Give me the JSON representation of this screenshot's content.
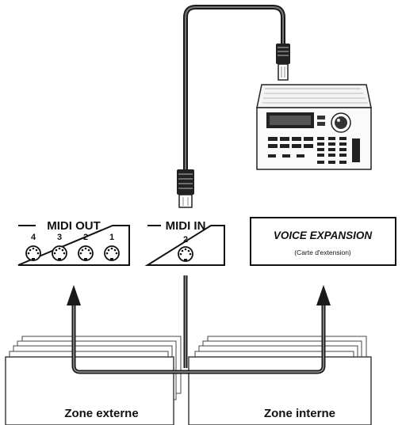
{
  "midi_out": {
    "title": "MIDI OUT",
    "ports": [
      "4",
      "3",
      "2",
      "1"
    ]
  },
  "midi_in": {
    "title": "MIDI IN",
    "port": "2"
  },
  "voice_expansion": {
    "title": "VOICE EXPANSION",
    "subtitle": "(Carte d'extension)"
  },
  "zones": {
    "external": "Zone externe",
    "internal": "Zone interne"
  }
}
